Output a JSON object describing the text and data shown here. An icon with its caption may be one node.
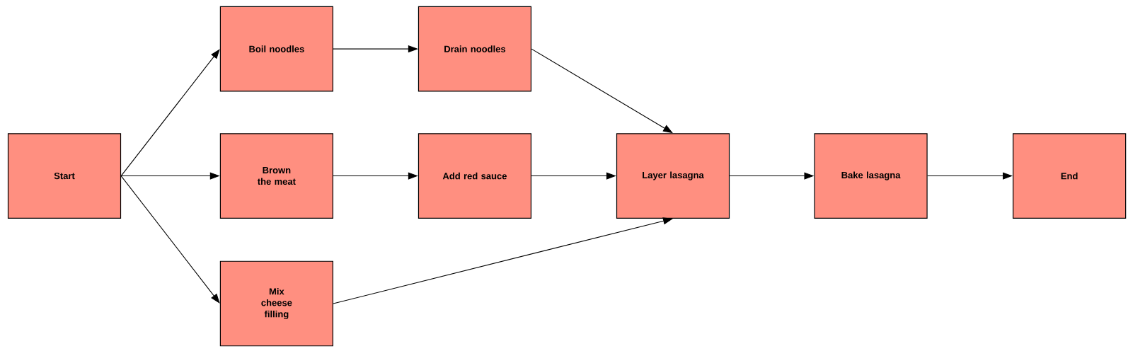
{
  "diagram": {
    "nodes": [
      {
        "text": [
          "Start"
        ]
      },
      {
        "text": [
          "Boil noodles"
        ]
      },
      {
        "text": [
          "Brown the meat"
        ]
      },
      {
        "text": [
          "Mix cheese filling"
        ]
      },
      {
        "text": [
          "Drain noodles"
        ]
      },
      {
        "text": [
          "Add red sauce"
        ]
      },
      {
        "text": [
          "Layer lasagna"
        ]
      },
      {
        "text": [
          "Bake lasagna"
        ]
      },
      {
        "text": [
          "End"
        ]
      }
    ],
    "edges": [
      {
        "from": 0,
        "to": 1,
        "arrow": "to"
      },
      {
        "from": 0,
        "to": 2,
        "arrow": "to"
      },
      {
        "from": 0,
        "to": 3,
        "arrow": "to"
      },
      {
        "from": 1,
        "to": 4,
        "arrow": "to"
      },
      {
        "from": 2,
        "to": 5,
        "arrow": "to"
      },
      {
        "from": 4,
        "to": 6,
        "arrow": "to"
      },
      {
        "from": 5,
        "to": 6,
        "arrow": "to"
      },
      {
        "from": 3,
        "to": 6,
        "arrow": "to"
      },
      {
        "from": 6,
        "to": 7,
        "arrow": "to"
      },
      {
        "from": 7,
        "to": 8,
        "arrow": "to"
      }
    ]
  }
}
